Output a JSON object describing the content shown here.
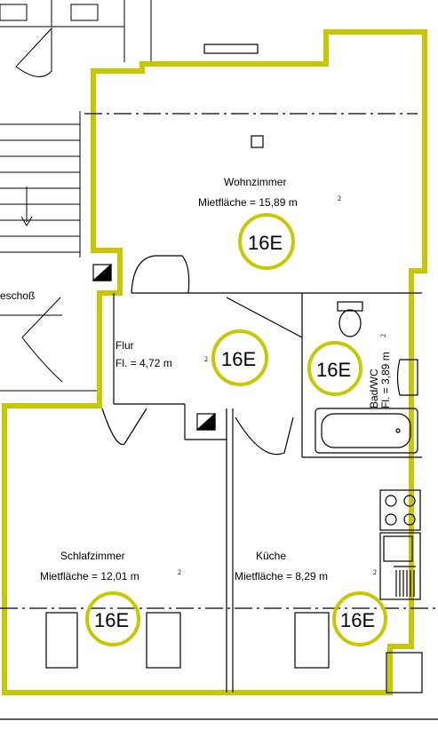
{
  "colors": {
    "unit_outline": "#c8c800",
    "walls": "#000000",
    "background": "#ffffff"
  },
  "stair_label": "eschoß",
  "rooms": {
    "wohnzimmer": {
      "name": "Wohnzimmer",
      "area": "Mietfläche = 15,89 m",
      "sup": "2",
      "unit": "16E"
    },
    "flur": {
      "name": "Flur",
      "area": "Fl. =   4,72 m",
      "sup": "2",
      "unit": "16E"
    },
    "bad": {
      "name": "Bad/WC",
      "area": "Fl. = 3,89 m",
      "sup": "2",
      "unit": "16E"
    },
    "schlafzimmer": {
      "name": "Schlafzimmer",
      "area": "Mietfläche = 12,01 m",
      "sup": "2",
      "unit": "16E"
    },
    "kueche": {
      "name": "Küche",
      "area": "Mietfläche =   8,29 m",
      "sup": "2",
      "unit": "16E"
    }
  }
}
